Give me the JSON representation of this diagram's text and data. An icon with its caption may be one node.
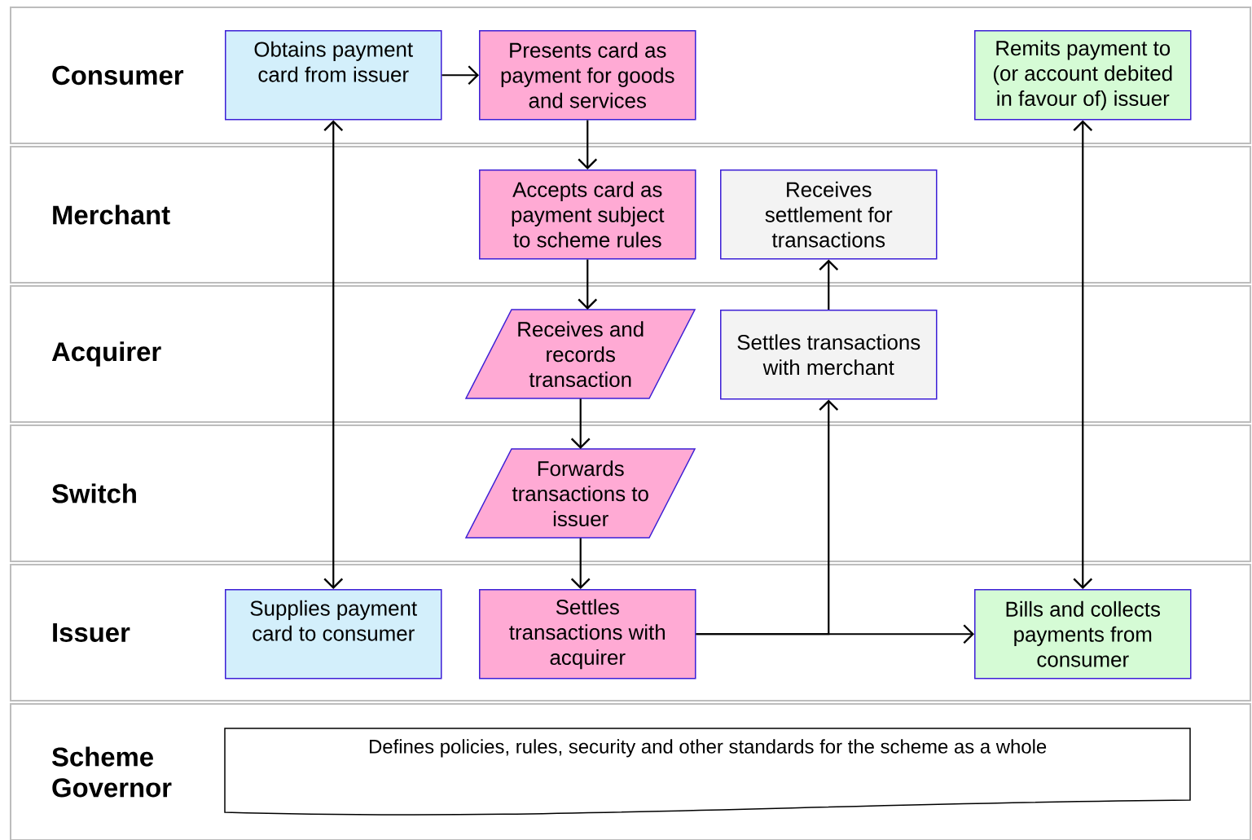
{
  "diagram": {
    "nodes": [
      {
        "text": [
          "Consumer"
        ]
      },
      {
        "text": [
          "Obtains payment card from issuer"
        ],
        "in": 0
      },
      {
        "text": [
          "Presents card as payment for goods and services"
        ],
        "in": 0
      },
      {
        "text": [
          "Remits payment to (or account debited in favour of) issuer"
        ],
        "in": 0
      },
      {
        "text": [
          "Merchant"
        ]
      },
      {
        "text": [
          "Accepts card as payment subject to scheme rules"
        ],
        "in": 4
      },
      {
        "text": [
          "Receives settlement for transactions"
        ],
        "in": 4
      },
      {
        "text": [
          "Acquirer"
        ]
      },
      {
        "text": [
          "Receives and records transaction"
        ],
        "in": 7
      },
      {
        "text": [
          "Settles transactions with merchant"
        ],
        "in": 7
      },
      {
        "text": [
          "Switch"
        ]
      },
      {
        "text": [
          "Forwards transactions to issuer"
        ],
        "in": 10
      },
      {
        "text": [
          "Issuer"
        ]
      },
      {
        "text": [
          "Supplies payment card to consumer"
        ],
        "in": 12
      },
      {
        "text": [
          "Settles transactions with acquirer"
        ],
        "in": 12
      },
      {
        "text": [
          "Bills and collects payments from consumer"
        ],
        "in": 12
      },
      {
        "text": [
          "Scheme Governor"
        ]
      },
      {
        "text": [
          "Defines policies, rules, security and other standards for the scheme as a whole"
        ],
        "in": 16
      }
    ],
    "edges": [
      {
        "from": 1,
        "to": 2,
        "arrow": "to"
      },
      {
        "from": 2,
        "to": 5,
        "arrow": "to"
      },
      {
        "from": 5,
        "to": 8,
        "arrow": "to"
      },
      {
        "from": 8,
        "to": 11,
        "arrow": "to"
      },
      {
        "from": 11,
        "to": 14,
        "arrow": "to"
      },
      {
        "from": 1,
        "to": 13,
        "arrow": "both"
      },
      {
        "from": 3,
        "to": 15,
        "arrow": "both"
      },
      {
        "from": 9,
        "to": 6,
        "arrow": "to"
      },
      {
        "from": 14,
        "to": 9,
        "arrow": "to"
      },
      {
        "from": 14,
        "to": 15,
        "arrow": "to"
      }
    ]
  }
}
